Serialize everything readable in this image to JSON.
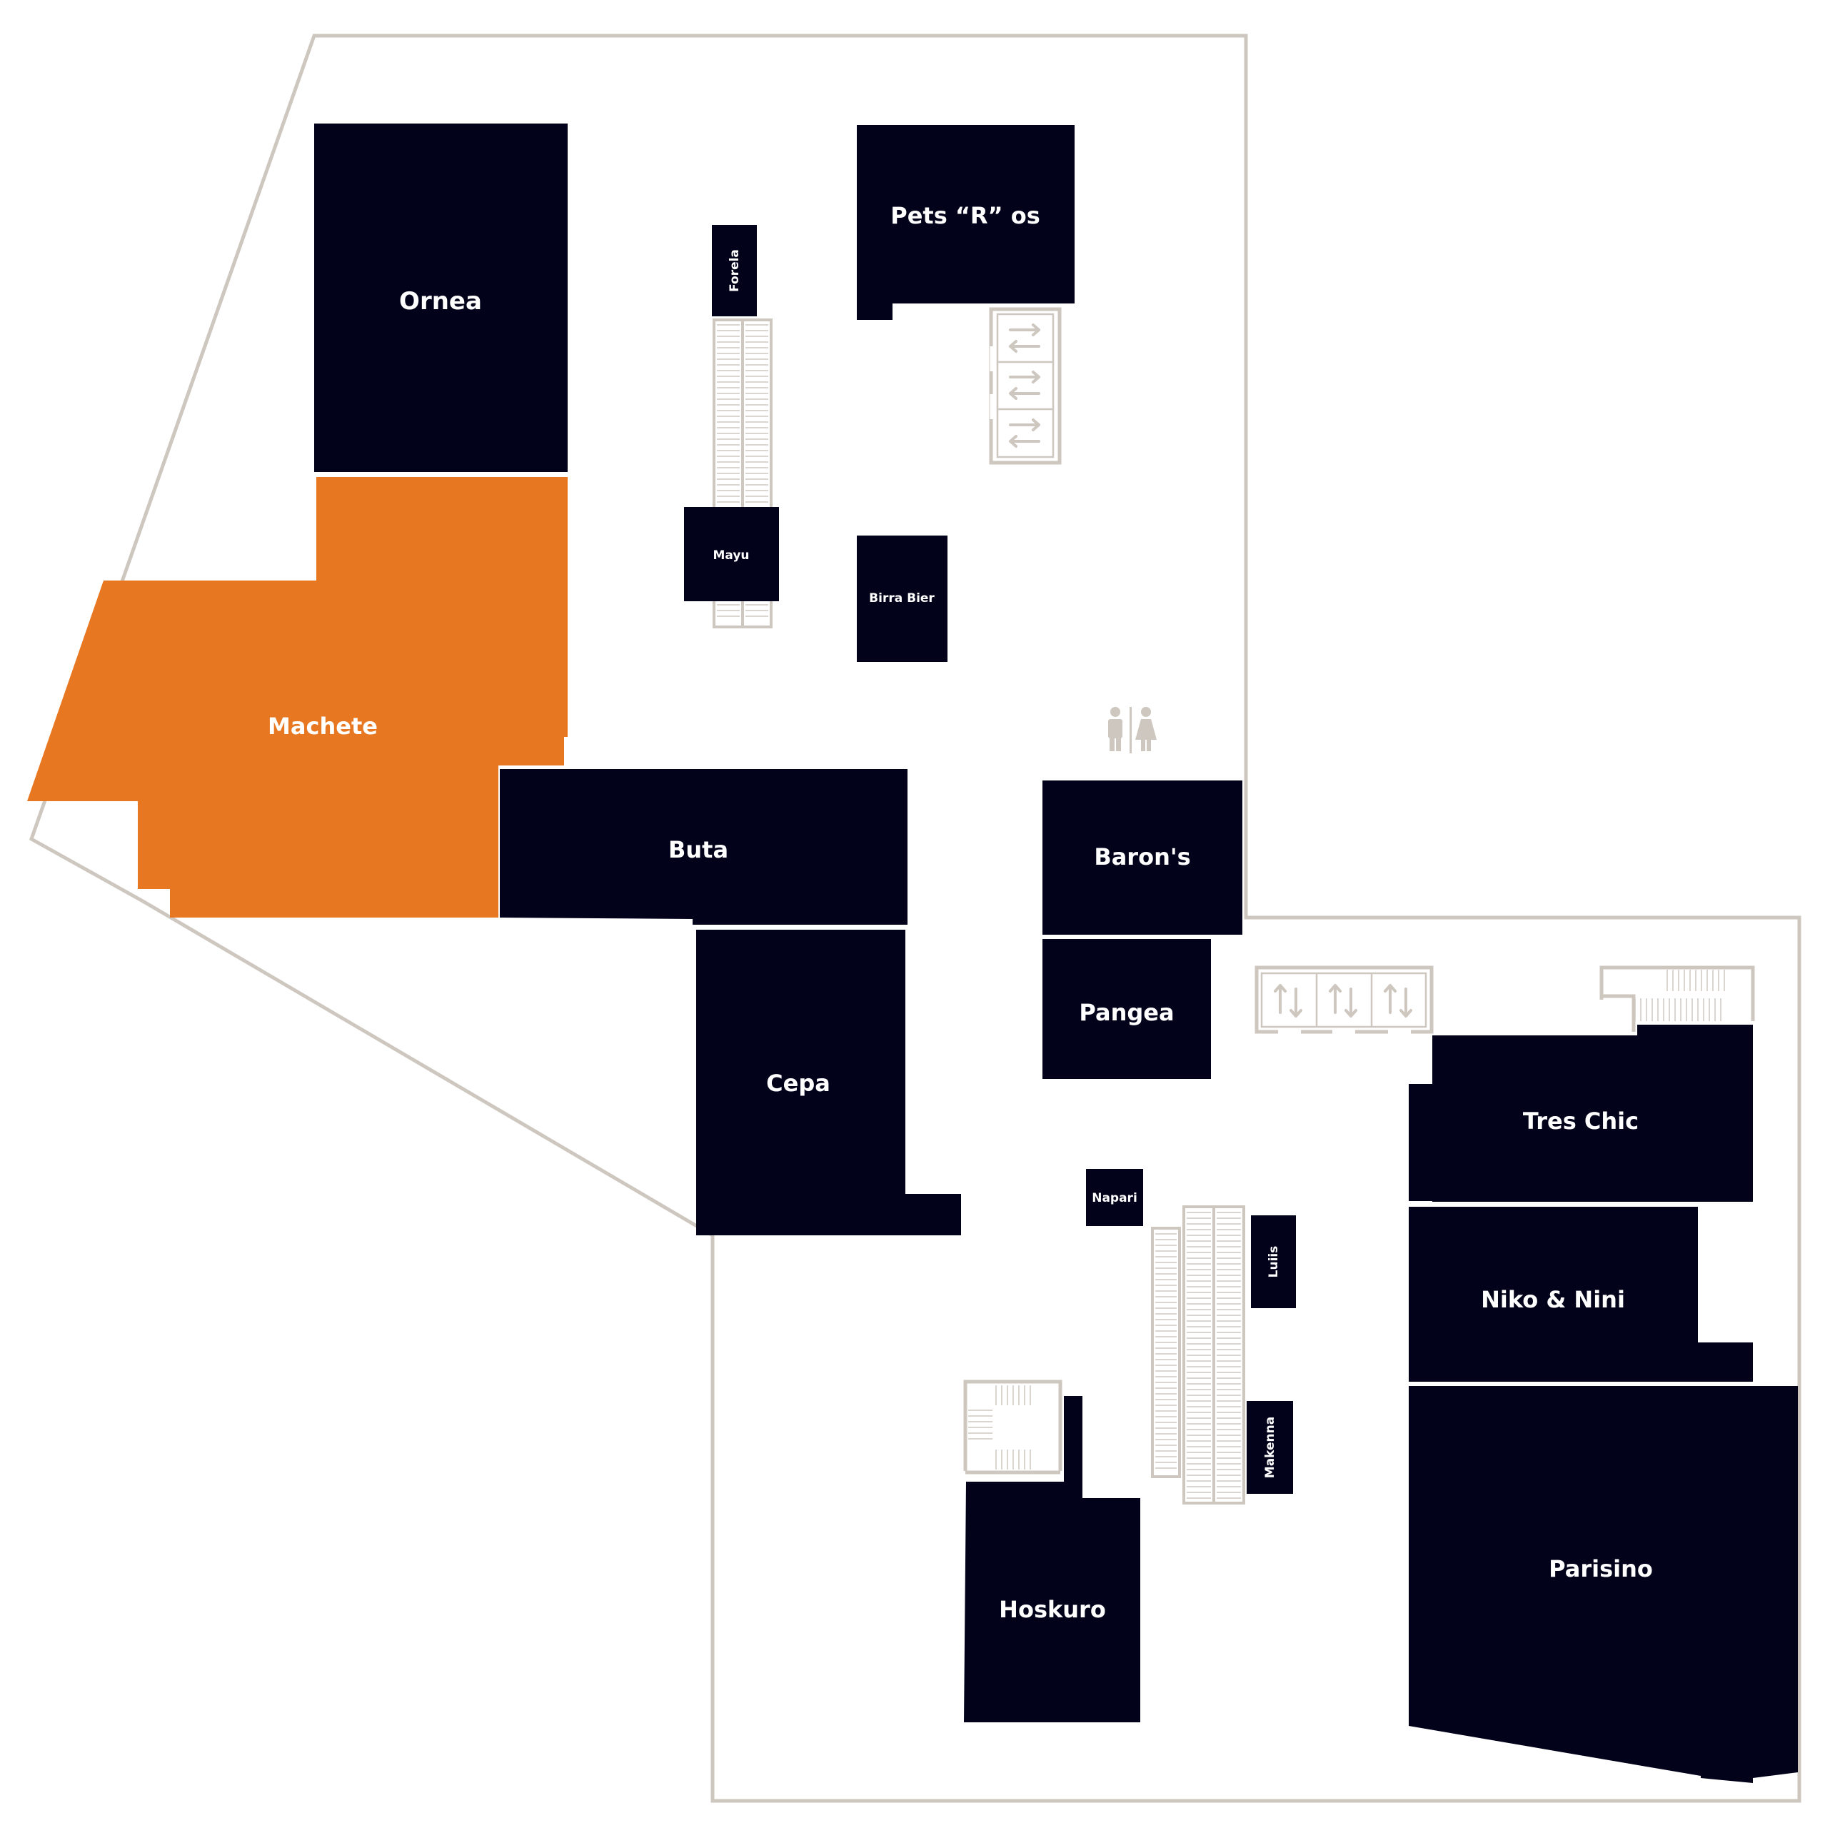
{
  "colors": {
    "background": "#ffffff",
    "outline": "#cdc7bf",
    "store": "#02031a",
    "highlight": "#e87722",
    "label": "#ffffff",
    "facility": "#cdc7bf"
  },
  "highlighted_store": "Machete",
  "stores": {
    "ornea": "Ornea",
    "machete": "Machete",
    "forela": "Forela",
    "mayu": "Mayu",
    "pets_r_os": "Pets “R” os",
    "birra_bier": "Birra Bier",
    "buta": "Buta",
    "cepa": "Cepa",
    "barons": "Baron's",
    "pangea": "Pangea",
    "tres_chic": "Tres Chic",
    "napari": "Napari",
    "luiis": "Luiis",
    "niko_nini": "Niko & Nini",
    "makenna": "Makenna",
    "parisino": "Parisino",
    "hoskuro": "Hoskuro"
  },
  "icons": {
    "elevators_top": "elevator-arrows-icon",
    "elevators_bottom": "elevator-arrows-icon",
    "restrooms": "restroom-icon",
    "escalators": "escalator-icon",
    "stairs": "stairs-icon"
  }
}
